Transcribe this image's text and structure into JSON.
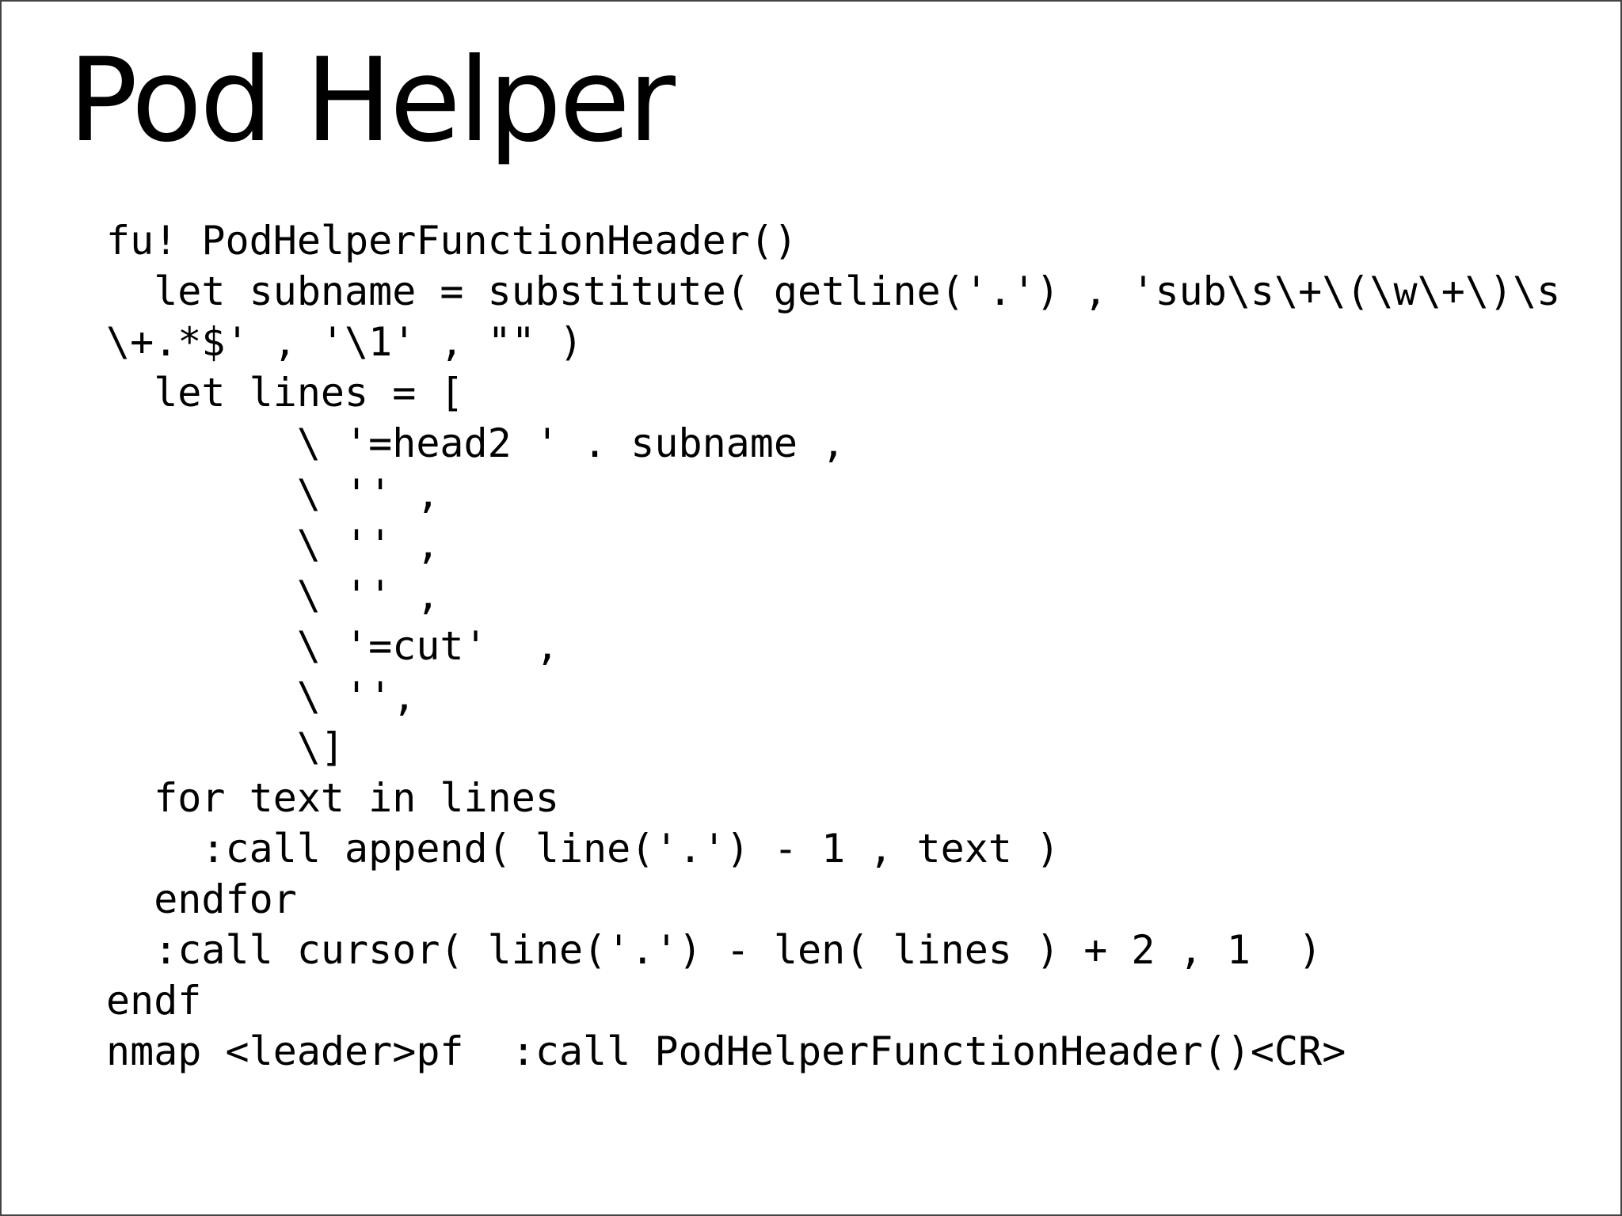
{
  "slide": {
    "title": "Pod Helper",
    "code_lines": [
      "fu! PodHelperFunctionHeader()",
      "  let subname = substitute( getline('.') , 'sub\\s\\+\\(\\w\\+\\)\\s",
      "\\+.*$' , '\\1' , \"\" )",
      "  let lines = [",
      "        \\ '=head2 ' . subname ,",
      "        \\ '' ,",
      "        \\ '' ,",
      "        \\ '' ,",
      "        \\ '=cut'  ,",
      "        \\ '',",
      "        \\]",
      "  for text in lines",
      "    :call append( line('.') - 1 , text )",
      "  endfor",
      "  :call cursor( line('.') - len( lines ) + 2 , 1  )",
      "endf",
      "nmap <leader>pf  :call PodHelperFunctionHeader()<CR>"
    ]
  }
}
